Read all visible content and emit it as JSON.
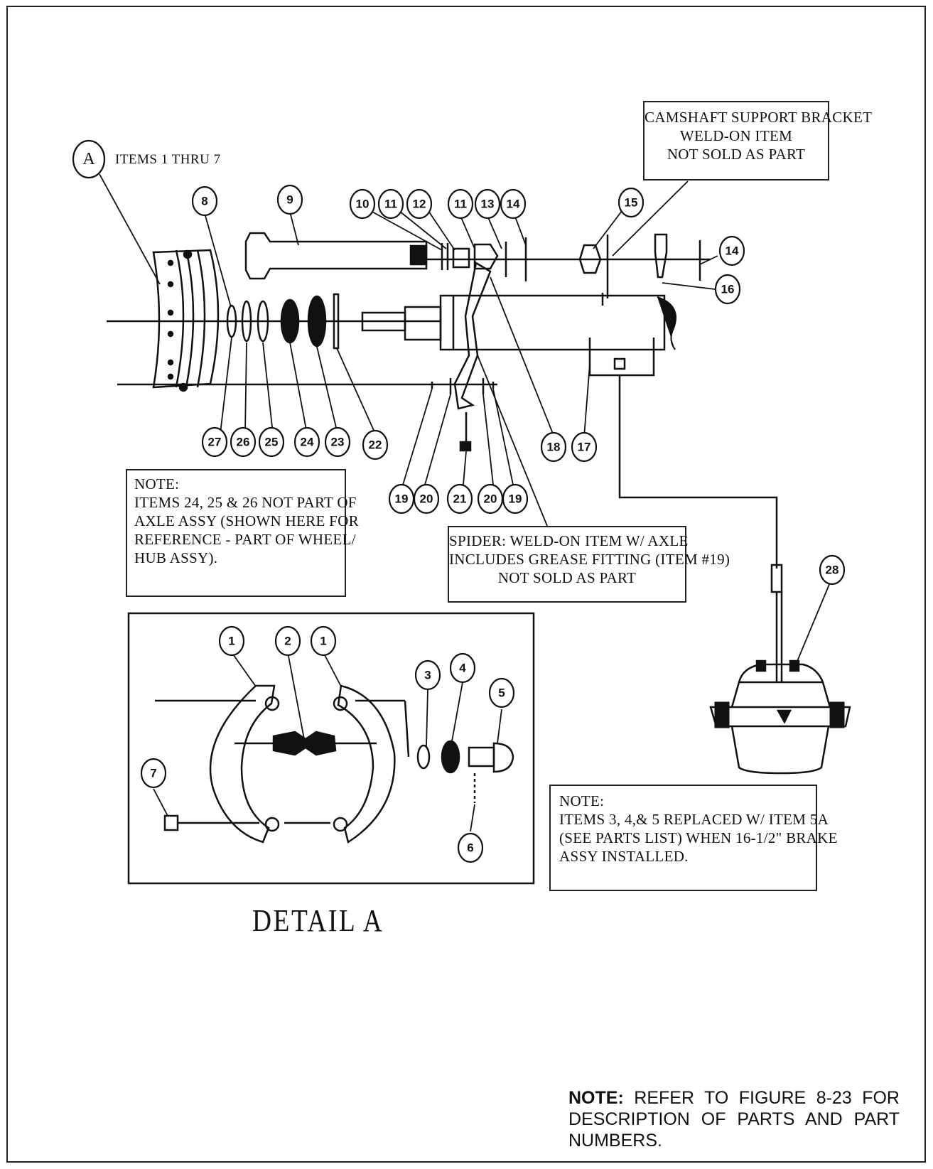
{
  "callouts": {
    "A": "A",
    "n1": "1",
    "n2": "2",
    "n3": "3",
    "n4": "4",
    "n5": "5",
    "n6": "6",
    "n7": "7",
    "n8": "8",
    "n9": "9",
    "n10": "10",
    "n11": "11",
    "n12": "12",
    "n13": "13",
    "n14": "14",
    "n15": "15",
    "n16": "16",
    "n17": "17",
    "n18": "18",
    "n19": "19",
    "n20": "20",
    "n21": "21",
    "n22": "22",
    "n23": "23",
    "n24": "24",
    "n25": "25",
    "n26": "26",
    "n27": "27",
    "n28": "28"
  },
  "items_a_label": "ITEMS 1 THRU 7",
  "camshaft_box": [
    "CAMSHAFT SUPPORT BRACKET",
    "WELD-ON ITEM",
    "NOT SOLD AS PART"
  ],
  "note_axle": [
    "NOTE:",
    "ITEMS 24, 25 & 26 NOT PART OF",
    "AXLE ASSY (SHOWN HERE FOR",
    "REFERENCE - PART OF WHEEL/",
    "HUB ASSY)."
  ],
  "spider_box": [
    "SPIDER: WELD-ON ITEM W/ AXLE",
    "INCLUDES GREASE FITTING (ITEM #19)",
    "NOT SOLD AS PART"
  ],
  "note_brake": [
    "NOTE:",
    "ITEMS 3, 4,& 5 REPLACED W/ ITEM 5A",
    "(SEE PARTS LIST) WHEN 16-1/2\" BRAKE",
    "ASSY INSTALLED."
  ],
  "detail_title": "DETAIL A",
  "bottom_note": {
    "label": "NOTE:",
    "text": "REFER TO FIGURE 8-23 FOR DESCRIPTION OF PARTS AND PART NUMBERS."
  }
}
